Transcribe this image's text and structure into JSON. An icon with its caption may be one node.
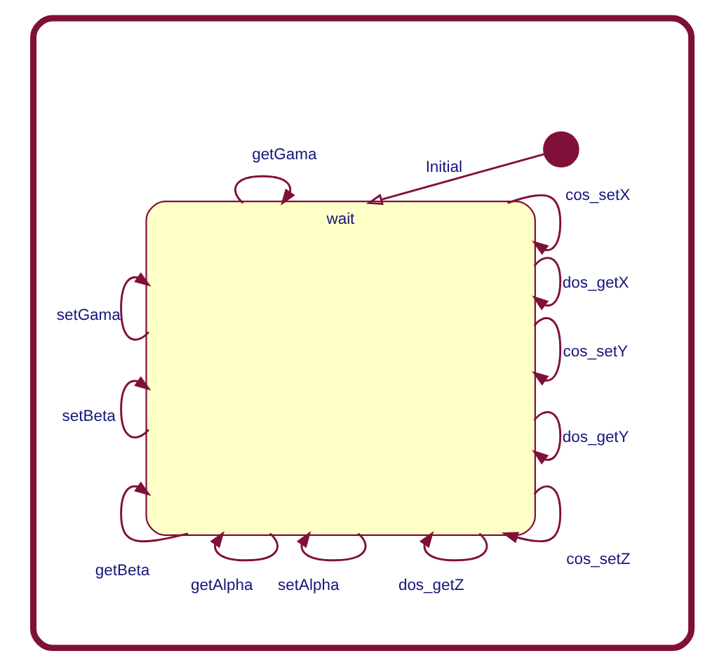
{
  "diagram": {
    "nodes": [
      {
        "text": [],
        "shape": "box"
      },
      {
        "text": [],
        "shape": "circle",
        "in": 0
      },
      {
        "text": [
          "wait"
        ],
        "in": 0
      }
    ],
    "edges": [
      {
        "from": 1,
        "to": 2,
        "arrow": "to",
        "label": "Initial"
      },
      {
        "from": 2,
        "to": 2,
        "arrow": "to",
        "label": "getGama"
      },
      {
        "from": 2,
        "to": 2,
        "arrow": "to",
        "label": "cos_setX"
      },
      {
        "from": 2,
        "to": 2,
        "arrow": "to",
        "label": "dos_getX"
      },
      {
        "from": 2,
        "to": 2,
        "arrow": "to",
        "label": "cos_setY"
      },
      {
        "from": 2,
        "to": 2,
        "arrow": "to",
        "label": "dos_getY"
      },
      {
        "from": 2,
        "to": 2,
        "arrow": "to",
        "label": "cos_setZ"
      },
      {
        "from": 2,
        "to": 2,
        "arrow": "to",
        "label": "dos_getZ"
      },
      {
        "from": 2,
        "to": 2,
        "arrow": "to",
        "label": "setAlpha"
      },
      {
        "from": 2,
        "to": 2,
        "arrow": "to",
        "label": "getAlpha"
      },
      {
        "from": 2,
        "to": 2,
        "arrow": "to",
        "label": "getBeta"
      },
      {
        "from": 2,
        "to": 2,
        "arrow": "to",
        "label": "setBeta"
      },
      {
        "from": 2,
        "to": 2,
        "arrow": "to",
        "label": "setGama"
      }
    ]
  }
}
